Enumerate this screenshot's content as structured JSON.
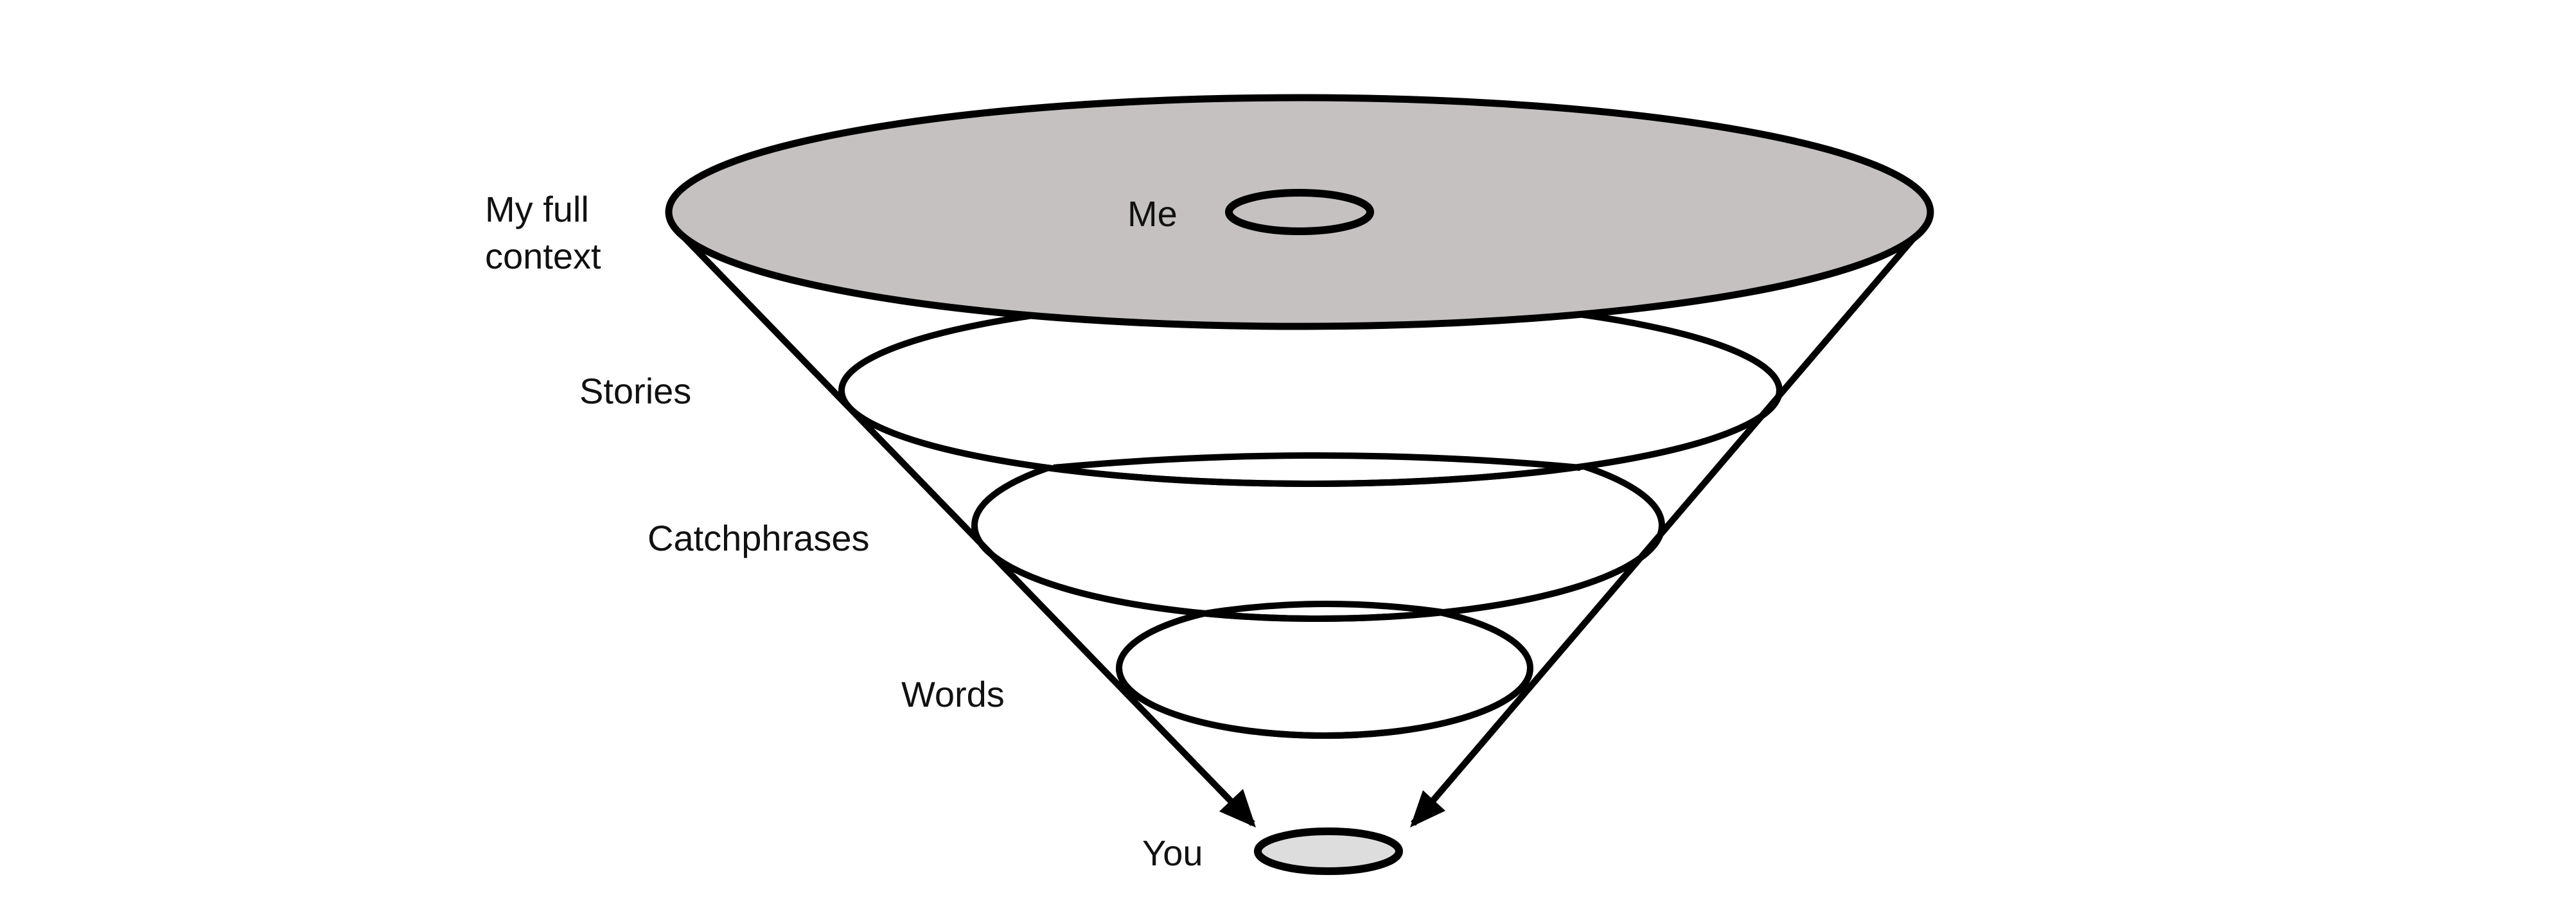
{
  "labels": {
    "full_context_line1": "My full",
    "full_context_line2": "context",
    "me": "Me",
    "stories": "Stories",
    "catchphrases": "Catchphrases",
    "words": "Words",
    "you": "You"
  },
  "colors": {
    "stroke": "#000000",
    "top_disk_fill": "#c4c1c0",
    "you_disk_fill": "#dedddd",
    "layer_fill": "#ffffff"
  }
}
